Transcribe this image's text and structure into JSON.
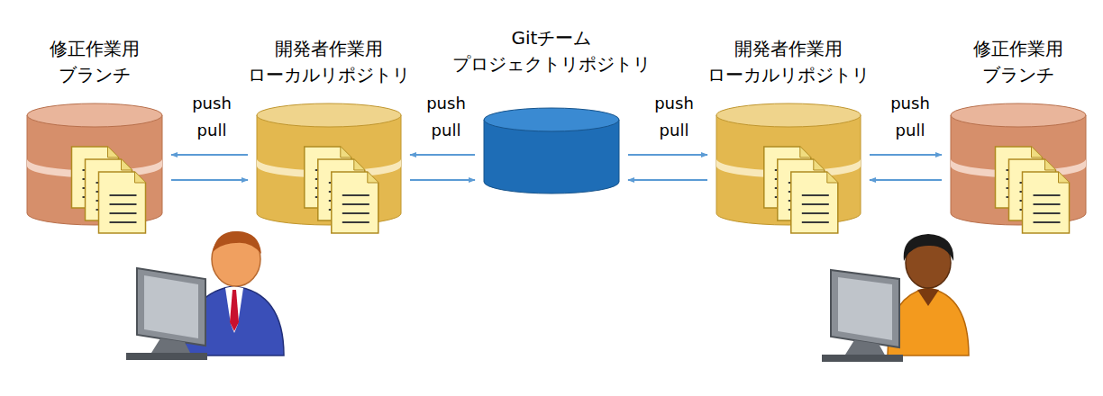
{
  "diagram": {
    "nodes": [
      {
        "text": [
          "修正作業用 ブランチ"
        ]
      },
      {
        "text": [
          "開発者作業用 ローカルリポジトリ"
        ]
      },
      {
        "text": [
          "Gitチーム プロジェクトリポジトリ"
        ]
      },
      {
        "text": [
          "開発者作業用 ローカルリポジトリ"
        ]
      },
      {
        "text": [
          "修正作業用 ブランチ"
        ]
      }
    ],
    "edges": [
      {
        "from": 1,
        "to": 0,
        "arrow": "to"
      },
      {
        "from": 0,
        "to": 1,
        "arrow": "to"
      },
      {
        "from": 2,
        "to": 1,
        "arrow": "to"
      },
      {
        "from": 1,
        "to": 2,
        "arrow": "to"
      },
      {
        "from": 2,
        "to": 3,
        "arrow": "to"
      },
      {
        "from": 3,
        "to": 2,
        "arrow": "to"
      },
      {
        "from": 3,
        "to": 4,
        "arrow": "to"
      },
      {
        "from": 4,
        "to": 3,
        "arrow": "to"
      }
    ],
    "labels": [
      "push",
      "pull",
      "push",
      "pull",
      "push",
      "pull",
      "push",
      "pull"
    ]
  }
}
